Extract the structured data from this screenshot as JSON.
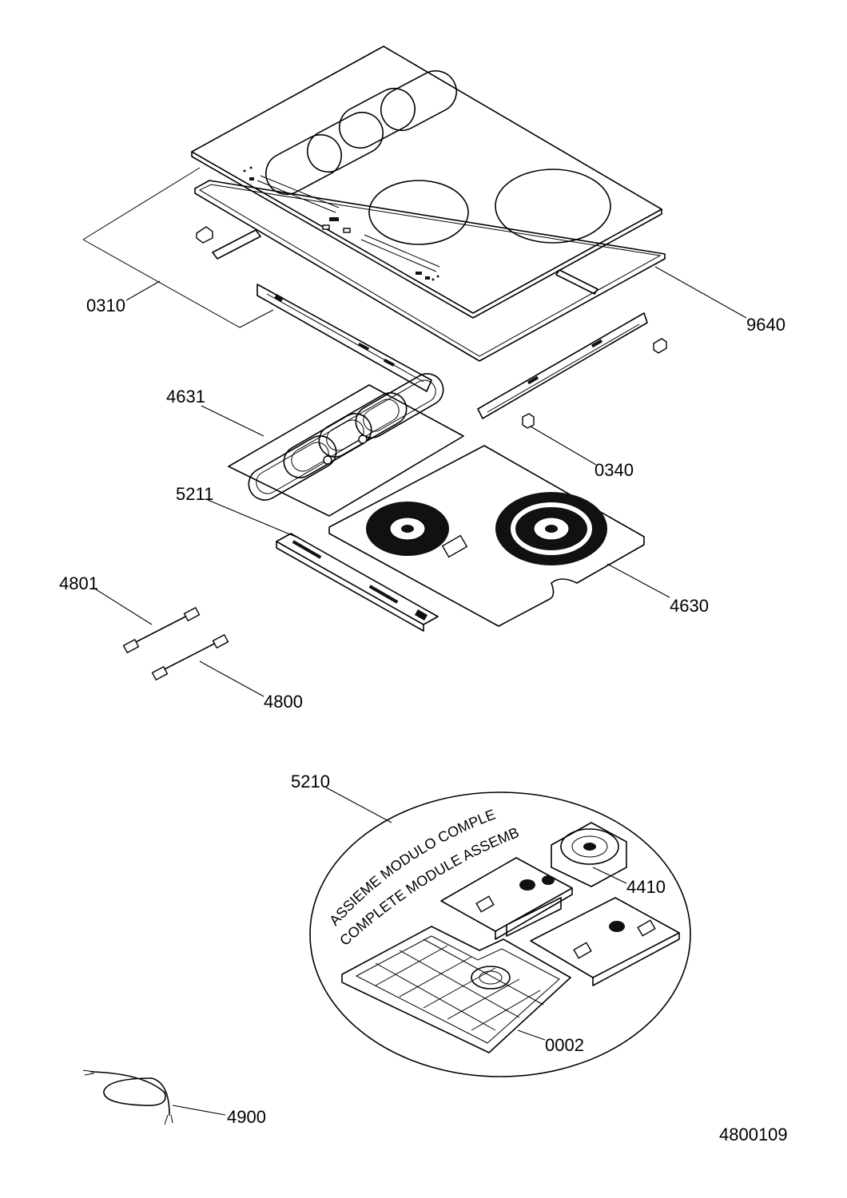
{
  "drawing_number": "4800109",
  "parts": [
    {
      "id": "p0310",
      "code": "0310"
    },
    {
      "id": "p9640",
      "code": "9640"
    },
    {
      "id": "p4631",
      "code": "4631"
    },
    {
      "id": "p0340",
      "code": "0340"
    },
    {
      "id": "p5211",
      "code": "5211"
    },
    {
      "id": "p4630",
      "code": "4630"
    },
    {
      "id": "p4801",
      "code": "4801"
    },
    {
      "id": "p4800",
      "code": "4800"
    },
    {
      "id": "p5210",
      "code": "5210"
    },
    {
      "id": "p4410",
      "code": "4410"
    },
    {
      "id": "p0002",
      "code": "0002"
    },
    {
      "id": "p4900",
      "code": "4900"
    }
  ],
  "assembly_captions": {
    "it": "ASSIEME MODULO COMPLETO",
    "en": "COMPLETE MODULE ASSEMBLY"
  }
}
